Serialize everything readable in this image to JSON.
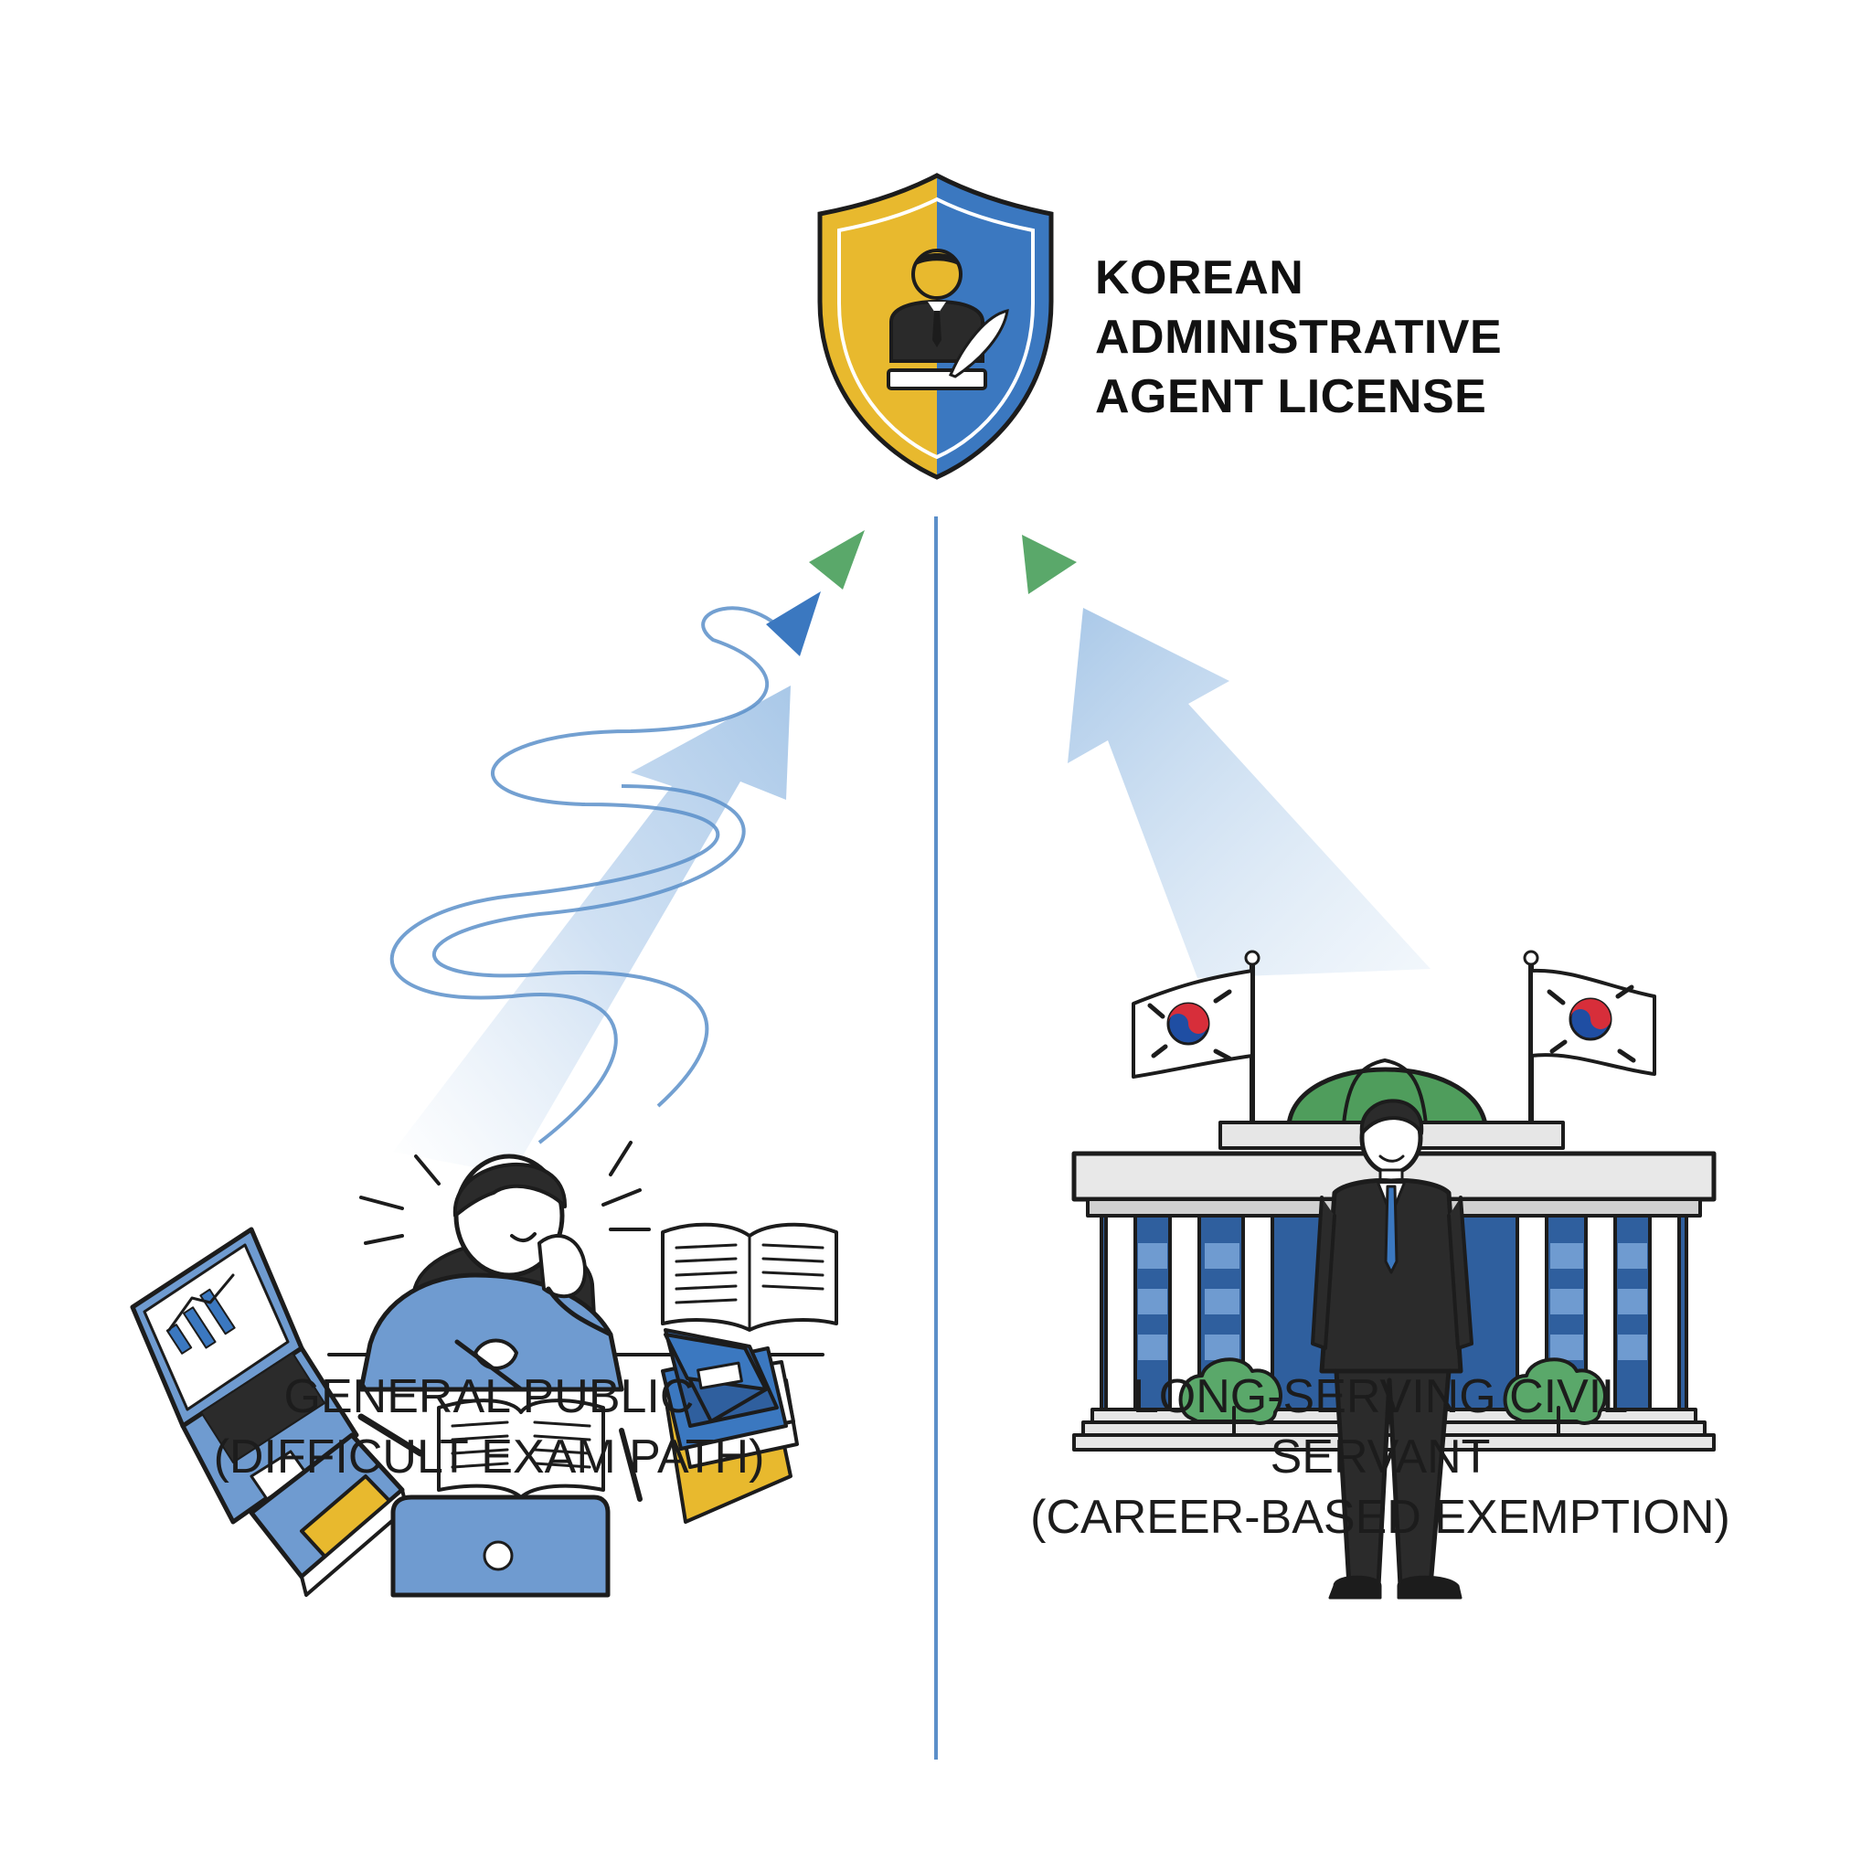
{
  "title": {
    "line1": "KOREAN",
    "line2": "ADMINISTRATIVE",
    "line3": "AGENT LICENSE"
  },
  "left_path": {
    "line1": "GENERAL PUBLIC",
    "line2": "(DIFFICULT EXAM PATH)"
  },
  "right_path": {
    "line1": "LONG-SERVING CIVIL SERVANT",
    "line2": "(CAREER-BASED EXEMPTION)"
  },
  "colors": {
    "shield_yellow": "#e8b92e",
    "shield_blue": "#3b78c0",
    "divider_blue": "#5b8fc9",
    "arrow_light_blue": "#a9c8e8",
    "accent_green": "#5aa86a",
    "dome_green": "#4f9d5c",
    "sweater_blue": "#6f9bd0",
    "ink": "#1c1c1c"
  }
}
